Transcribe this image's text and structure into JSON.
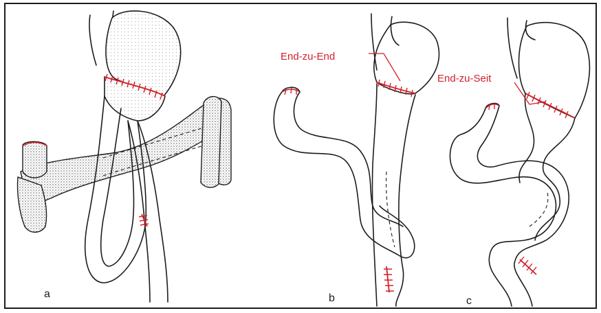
{
  "figure": {
    "panels": [
      {
        "id": "a",
        "letter": "a"
      },
      {
        "id": "b",
        "letter": "b",
        "annotation": "End-zu-End"
      },
      {
        "id": "c",
        "letter": "c",
        "annotation": "End-zu-Seit"
      }
    ],
    "colors": {
      "frame": "#1c1c1c",
      "outline": "#1c1c1c",
      "suture": "#d2202a",
      "annotation_text": "#d2202a",
      "background": "#ffffff"
    }
  }
}
